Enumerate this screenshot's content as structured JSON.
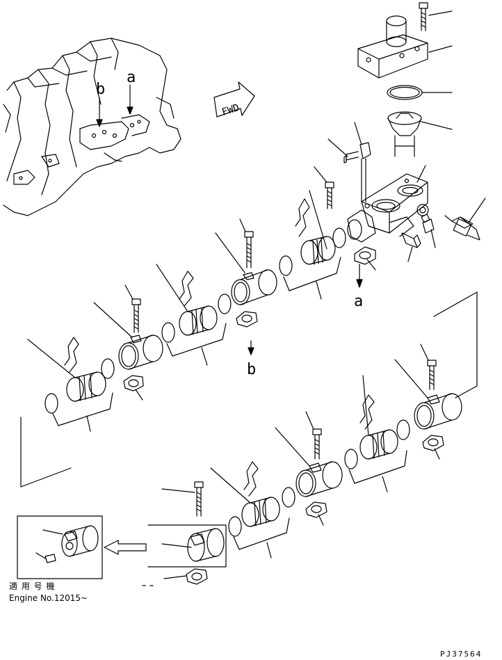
{
  "labels": {
    "a_top": "a",
    "b_top": "b",
    "a_mid": "a",
    "b_mid": "b",
    "fwd": "FWD"
  },
  "applicability": {
    "line1": "適 用 号 機",
    "line2": "Engine No.12015~"
  },
  "figure_code": "PJ37564"
}
